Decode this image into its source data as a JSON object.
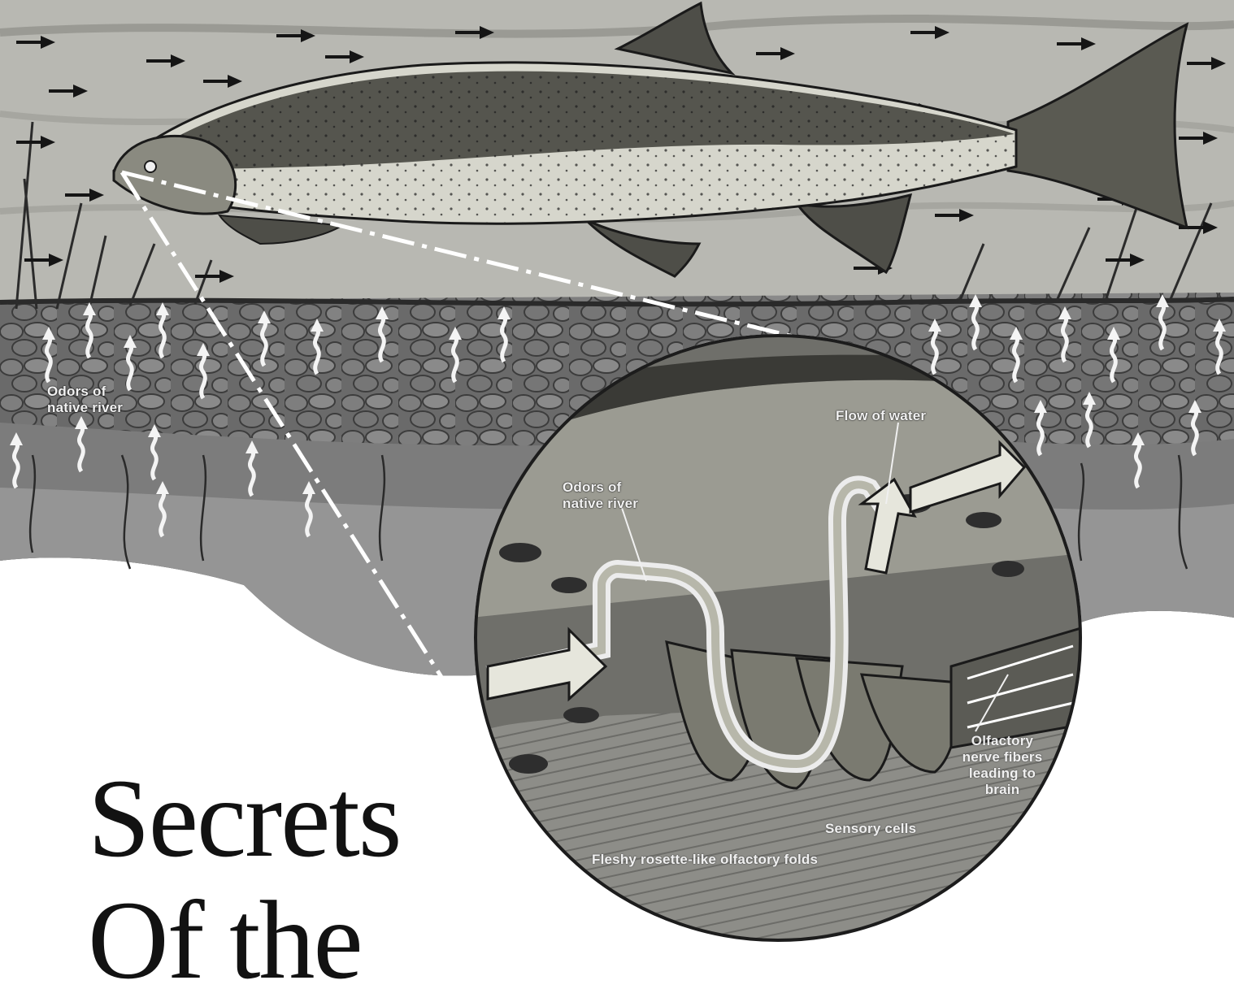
{
  "labels": {
    "odors_outer": "Odors of\nnative river",
    "odors_inset": "Odors of\nnative river",
    "flow_of_water": "Flow of water",
    "olfactory_nerve": "Olfactory\nnerve fibers\nleading to\nbrain",
    "sensory_cells": "Sensory cells",
    "olfactory_folds": "Fleshy rosette-like olfactory folds"
  },
  "headline": {
    "text": "Secrets\nOf the"
  },
  "colors": {
    "water": "#b9b9b4",
    "riverbed": "#6e6e6e",
    "silt": "#8c8c8c",
    "fish_back": "#4a4a44",
    "fish_belly": "#dcdcd2",
    "headline_ink": "#121212"
  },
  "icons": {
    "current_arrows": "arrow-right-icon",
    "odor_arrows": "wavy-arrow-up-icon"
  }
}
